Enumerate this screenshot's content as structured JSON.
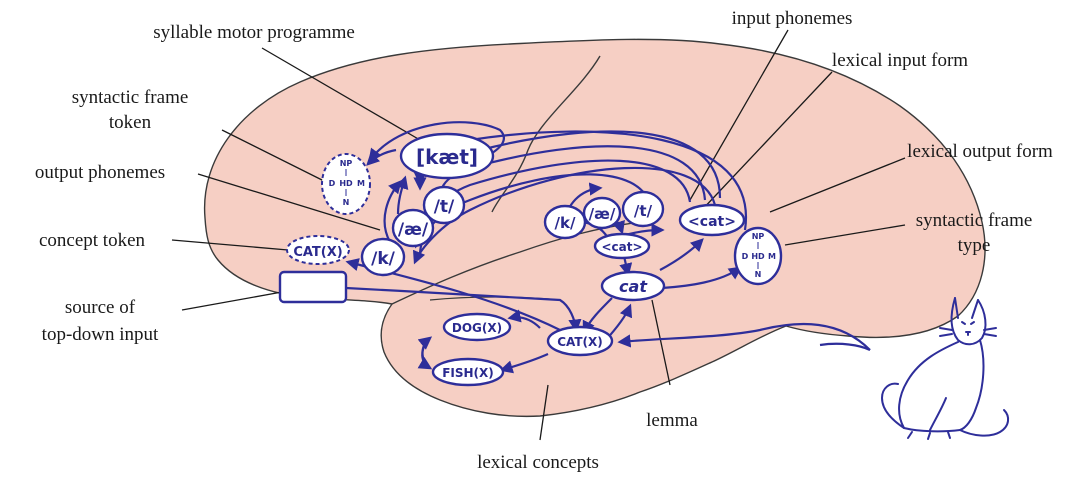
{
  "labels": {
    "syllable_motor_programme": "syllable motor programme",
    "input_phonemes": "input phonemes",
    "lexical_input_form": "lexical input form",
    "syntactic_frame_token_1": "syntactic frame",
    "syntactic_frame_token_2": "token",
    "output_phonemes": "output phonemes",
    "lexical_output_form": "lexical output form",
    "concept_token": "concept token",
    "syntactic_frame_type_1": "syntactic frame",
    "syntactic_frame_type_2": "type",
    "source_top_down_1": "source of",
    "source_top_down_2": "top-down input",
    "lemma": "lemma",
    "lexical_concepts": "lexical concepts"
  },
  "nodes": {
    "kaet": "[kæt]",
    "t_out": "/t/",
    "ae_out": "/æ/",
    "k_out": "/k/",
    "cat_x_token": "CAT(X)",
    "k_in": "/k/",
    "ae_in": "/æ/",
    "t_in": "/t/",
    "cat_input": "<cat>",
    "cat_output": "<cat>",
    "cat_lemma": "cat",
    "cat_x": "CAT(X)",
    "dog_x": "DOG(X)",
    "fish_x": "FISH(X)"
  },
  "tree": {
    "np": "NP",
    "d": "D",
    "hd": "HD",
    "m": "M",
    "n": "N"
  },
  "colors": {
    "brain_fill": "#f6cfc4",
    "brain_outline": "#333333",
    "pathway_blue": "#2e2e9a",
    "label_text": "#1a1a1a"
  }
}
